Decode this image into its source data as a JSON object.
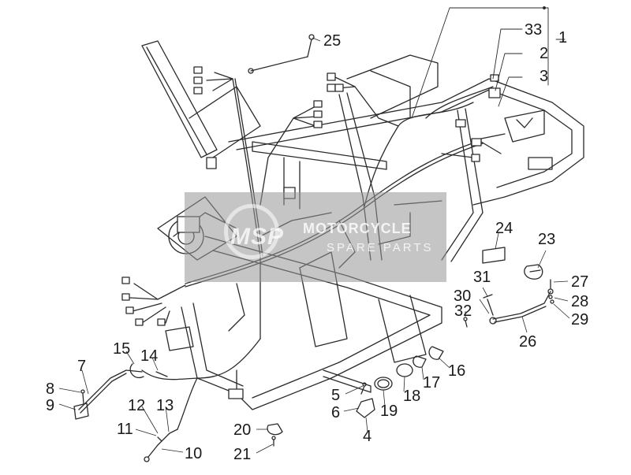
{
  "diagram": {
    "callouts": [
      {
        "id": "c1",
        "label": "1"
      },
      {
        "id": "c2",
        "label": "2"
      },
      {
        "id": "c3",
        "label": "3"
      },
      {
        "id": "c4",
        "label": "4"
      },
      {
        "id": "c5",
        "label": "5"
      },
      {
        "id": "c6",
        "label": "6"
      },
      {
        "id": "c7",
        "label": "7"
      },
      {
        "id": "c8",
        "label": "8"
      },
      {
        "id": "c9",
        "label": "9"
      },
      {
        "id": "c10",
        "label": "10"
      },
      {
        "id": "c11",
        "label": "11"
      },
      {
        "id": "c12",
        "label": "12"
      },
      {
        "id": "c13",
        "label": "13"
      },
      {
        "id": "c14",
        "label": "14"
      },
      {
        "id": "c15",
        "label": "15"
      },
      {
        "id": "c16",
        "label": "16"
      },
      {
        "id": "c17",
        "label": "17"
      },
      {
        "id": "c18",
        "label": "18"
      },
      {
        "id": "c19",
        "label": "19"
      },
      {
        "id": "c20",
        "label": "20"
      },
      {
        "id": "c21",
        "label": "21"
      },
      {
        "id": "c23",
        "label": "23"
      },
      {
        "id": "c24",
        "label": "24"
      },
      {
        "id": "c25",
        "label": "25"
      },
      {
        "id": "c26",
        "label": "26"
      },
      {
        "id": "c27",
        "label": "27"
      },
      {
        "id": "c28",
        "label": "28"
      },
      {
        "id": "c29",
        "label": "29"
      },
      {
        "id": "c30",
        "label": "30"
      },
      {
        "id": "c31",
        "label": "31"
      },
      {
        "id": "c32",
        "label": "32"
      },
      {
        "id": "c33",
        "label": "33"
      }
    ]
  },
  "watermark": {
    "logo": "MSP",
    "title": "MOTORCYCLE",
    "subtitle": "SPARE PARTS"
  },
  "colors": {
    "line": "#2a2a2a",
    "text": "#1a1a1a",
    "watermark": "#969696"
  }
}
